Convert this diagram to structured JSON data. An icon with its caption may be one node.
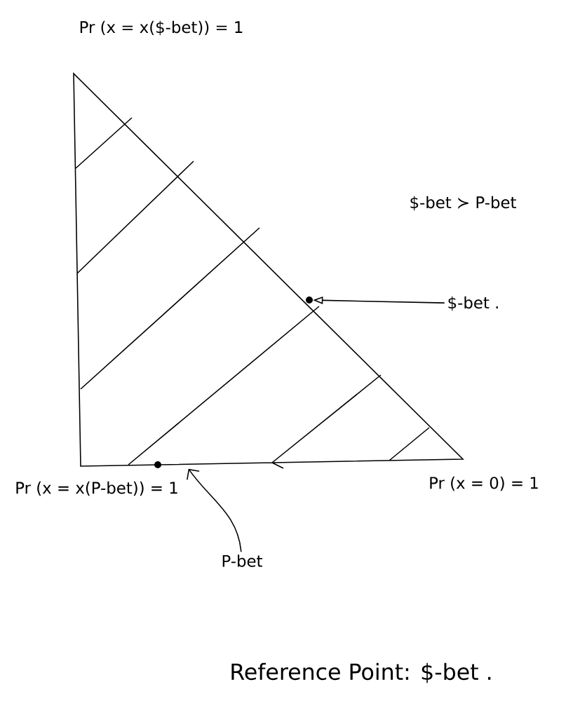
{
  "diagram": {
    "caption": "Reference Point: $-bet .",
    "nodes": [
      {
        "text": [
          "$-bet ."
        ]
      },
      {
        "text": [],
        "shape": "circle"
      },
      {
        "text": [
          "P-bet"
        ]
      },
      {
        "text": [],
        "shape": "circle"
      }
    ],
    "edges": [
      {
        "from": 0,
        "to": 1,
        "arrow": "to"
      },
      {
        "from": 2,
        "to": 3,
        "arrow": "to"
      }
    ],
    "labels": [
      "Pr (x = x($-bet)) = 1",
      "$-bet ≻ P-bet",
      "Pr (x = x(P-bet)) = 1",
      "Pr (x = 0) = 1"
    ]
  }
}
